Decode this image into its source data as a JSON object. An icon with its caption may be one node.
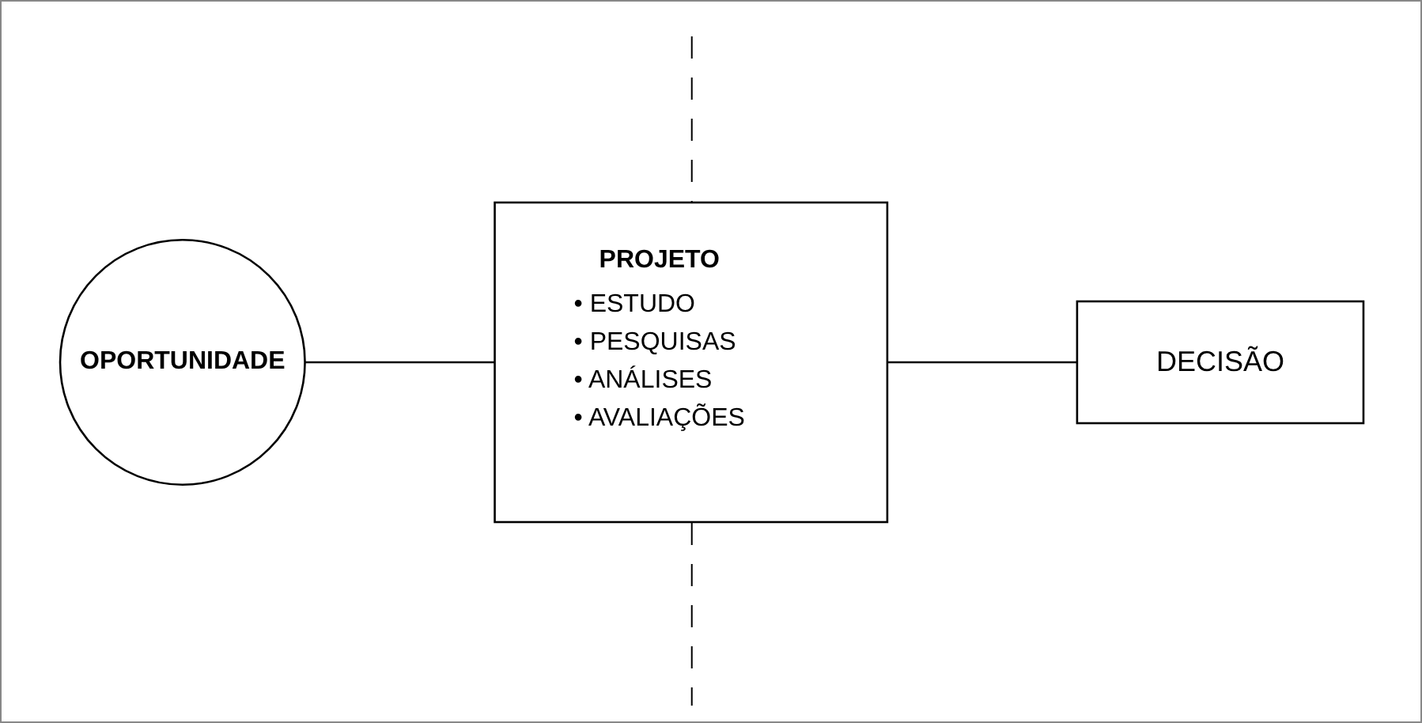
{
  "diagram": {
    "nodes": [
      {
        "text": [
          "OPORTUNIDADE"
        ]
      },
      {
        "text": [
          "PROJETO",
          "• ESTUDO",
          "• PESQUISAS",
          "• ANÁLISES",
          "• AVALIAÇÕES"
        ]
      },
      {
        "text": [
          "DECISÃO"
        ]
      }
    ],
    "edges": [
      {
        "from": 0,
        "to": 1,
        "arrow": "none"
      },
      {
        "from": 1,
        "to": 2,
        "arrow": "none"
      }
    ]
  }
}
